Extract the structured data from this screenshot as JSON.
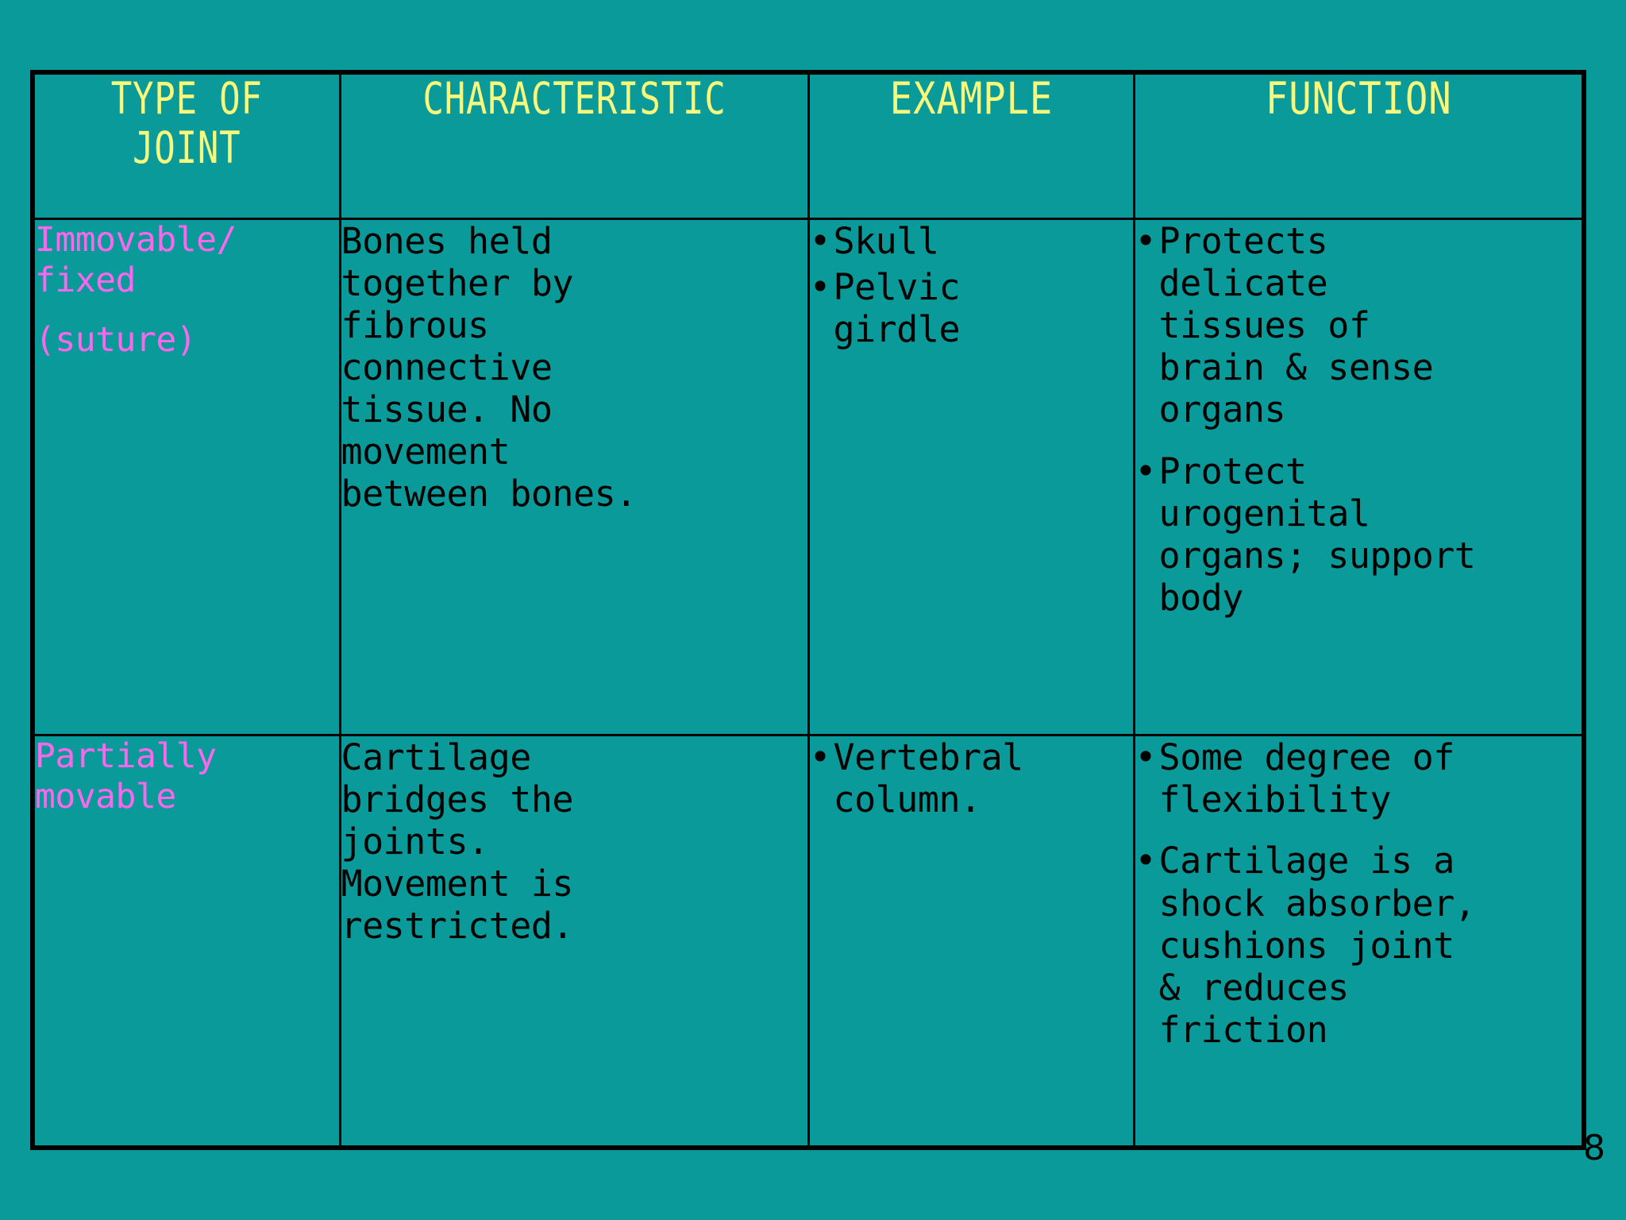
{
  "slide": {
    "background_color": "#0b9a9a",
    "page_number": "8",
    "header_color": "#faf87a",
    "type_color": "#ff66ee",
    "body_color": "#000000",
    "border_color": "#000000"
  },
  "table": {
    "headers": [
      "TYPE OF\nJOINT",
      "CHARACTERISTIC",
      "EXAMPLE",
      "FUNCTION"
    ],
    "rows": [
      {
        "type_of_joint": "Immovable/\nfixed",
        "type_of_joint_second": "(suture)",
        "characteristic": "Bones held\ntogether by\nfibrous\nconnective\ntissue. No\nmovement\nbetween bones.",
        "examples": [
          "Skull",
          "Pelvic\ngirdle"
        ],
        "functions": [
          "Protects\ndelicate\ntissues of\nbrain & sense\norgans",
          "Protect\nurogenital\norgans; support\nbody"
        ]
      },
      {
        "type_of_joint": "Partially\nmovable",
        "type_of_joint_second": "",
        "characteristic": "Cartilage\nbridges the\njoints.\nMovement is\nrestricted.",
        "examples": [
          "Vertebral\ncolumn."
        ],
        "functions": [
          "Some degree of\nflexibility",
          "Cartilage is a\nshock absorber,\ncushions joint\n& reduces\nfriction"
        ]
      }
    ]
  }
}
